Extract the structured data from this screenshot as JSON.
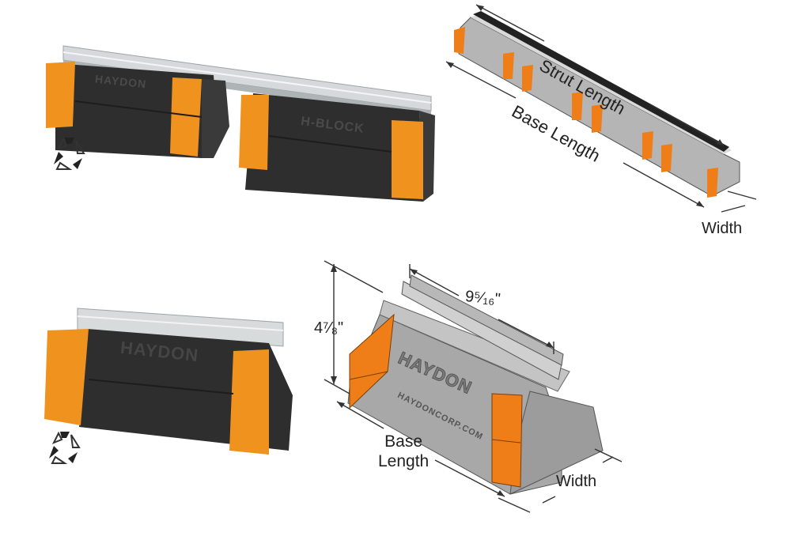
{
  "figure": {
    "description": "Rooftop strut support blocks with dimension diagrams",
    "colors": {
      "orange": "#f08a1e",
      "block_dark": "#2b2b2b",
      "block_gray": "#a9a9a9",
      "strut_silver": "#c9cdd0",
      "line": "#333333"
    }
  },
  "photo_top_left": {
    "name": "two-block strut assembly",
    "emboss_1": "HAYDON",
    "emboss_2": "H-BLOCK",
    "icon": "recycle-icon"
  },
  "diagram_top_right": {
    "labels": {
      "strut_length": "Strut Length",
      "base_length": "Base Length",
      "width": "Width"
    }
  },
  "photo_bottom_left": {
    "name": "single-block strut support",
    "emboss": "HAYDON",
    "icon": "recycle-icon"
  },
  "diagram_bottom_right": {
    "emboss_brand": "HAYDON",
    "emboss_url": "HAYDONCORP.COM",
    "labels": {
      "strut_length": "9⁵⁄₁₆\"",
      "height": "4⁷⁄₈\"",
      "base_length_line1": "Base",
      "base_length_line2": "Length",
      "width": "Width"
    }
  }
}
